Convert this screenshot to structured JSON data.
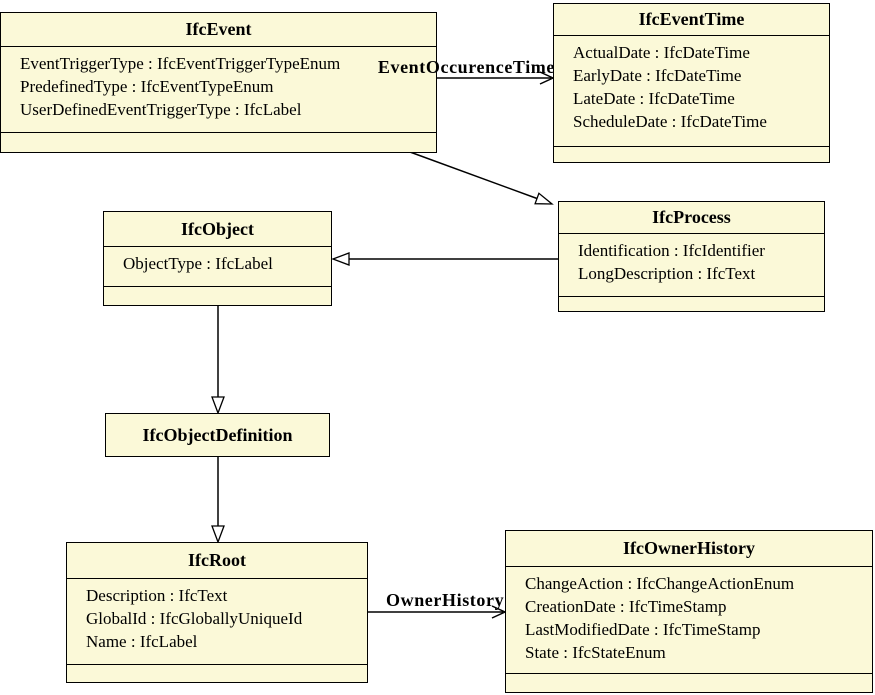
{
  "diagram": {
    "title": "IFC event / process class diagram",
    "colors": {
      "box_fill": "#fbf9d8",
      "box_border": "#000000",
      "background": "#ffffff"
    },
    "classes": {
      "ifc_event": {
        "name": "IfcEvent",
        "attributes": [
          "EventTriggerType : IfcEventTriggerTypeEnum",
          "PredefinedType : IfcEventTypeEnum",
          "UserDefinedEventTriggerType : IfcLabel"
        ]
      },
      "ifc_event_time": {
        "name": "IfcEventTime",
        "attributes": [
          "ActualDate : IfcDateTime",
          "EarlyDate : IfcDateTime",
          "LateDate : IfcDateTime",
          "ScheduleDate : IfcDateTime"
        ]
      },
      "ifc_process": {
        "name": "IfcProcess",
        "attributes": [
          "Identification : IfcIdentifier",
          "LongDescription : IfcText"
        ]
      },
      "ifc_object": {
        "name": "IfcObject",
        "attributes": [
          "ObjectType : IfcLabel"
        ]
      },
      "ifc_object_definition": {
        "name": "IfcObjectDefinition",
        "attributes": []
      },
      "ifc_root": {
        "name": "IfcRoot",
        "attributes": [
          "Description : IfcText",
          "GlobalId : IfcGloballyUniqueId",
          "Name : IfcLabel"
        ]
      },
      "ifc_owner_history": {
        "name": "IfcOwnerHistory",
        "attributes": [
          "ChangeAction : IfcChangeActionEnum",
          "CreationDate : IfcTimeStamp",
          "LastModifiedDate : IfcTimeStamp",
          "State : IfcStateEnum"
        ]
      }
    },
    "edges": [
      {
        "type": "association",
        "label": "EventOccurenceTime",
        "from": "IfcEvent",
        "to": "IfcEventTime"
      },
      {
        "type": "generalization",
        "label": "",
        "from": "IfcEvent",
        "to": "IfcProcess"
      },
      {
        "type": "generalization",
        "label": "",
        "from": "IfcProcess",
        "to": "IfcObject"
      },
      {
        "type": "generalization",
        "label": "",
        "from": "IfcObject",
        "to": "IfcObjectDefinition"
      },
      {
        "type": "generalization",
        "label": "",
        "from": "IfcObjectDefinition",
        "to": "IfcRoot"
      },
      {
        "type": "association",
        "label": "OwnerHistory",
        "from": "IfcRoot",
        "to": "IfcOwnerHistory"
      }
    ]
  }
}
